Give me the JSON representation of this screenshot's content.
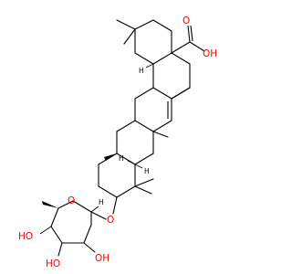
{
  "molecule": {
    "colors": {
      "bond": "#000000",
      "oxygen": "#ff0000"
    },
    "labels": {
      "acid_group": "OH",
      "acid_carbonyl_o": "O",
      "ether_o": "O",
      "ring_o": "O",
      "hydroxyl_left": "HO",
      "hydroxyl_bottom": "HO",
      "hydroxyl_right": "OH",
      "h_1": "H",
      "h_2": "H",
      "h_3": "H",
      "h_4": "H"
    }
  }
}
